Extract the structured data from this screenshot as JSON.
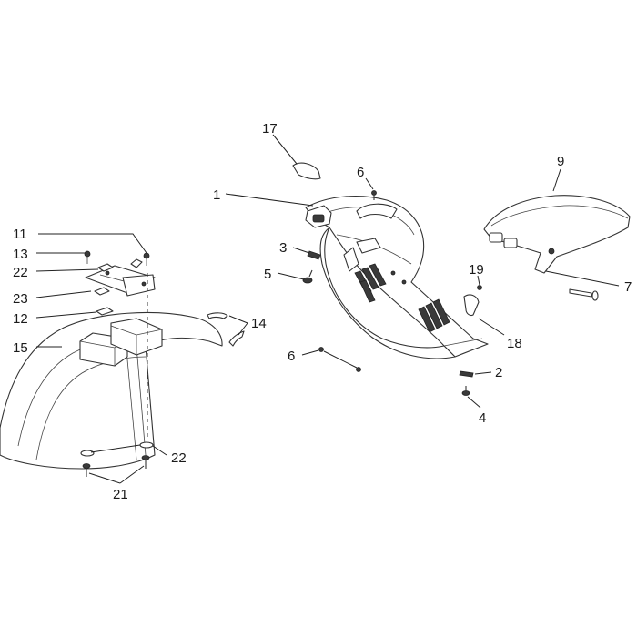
{
  "callouts": {
    "c1": "1",
    "c2": "2",
    "c3": "3",
    "c4": "4",
    "c5": "5",
    "c6a": "6",
    "c6b": "6",
    "c7": "7",
    "c9": "9",
    "c11": "11",
    "c12": "12",
    "c13": "13",
    "c14": "14",
    "c15": "15",
    "c17": "17",
    "c18": "18",
    "c19": "19",
    "c21": "21",
    "c22a": "22",
    "c22b": "22",
    "c23": "23"
  }
}
